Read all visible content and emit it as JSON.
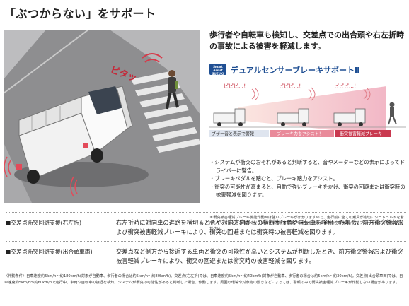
{
  "title": "「ぶつからない」をサポート",
  "illustration": {
    "sound": "ピタッ"
  },
  "headline": "歩行者や自転車も検知し、交差点での出合頭や右左折時の事故による被害を軽減します。",
  "system": {
    "logo_line1": "Smart Assist",
    "logo_line2": "SUZUKI",
    "name": "デュアルセンサーブレーキサポートⅡ"
  },
  "sensor_diagram": {
    "beep1": "ピピピ…！",
    "beep2": "ピピピ…！",
    "beep3": "ピピピ…！",
    "label_alarm": "ブザー音と表示で警報",
    "label_assist": "ブレーキ力をアシスト！",
    "label_brake": "衝突被害軽減ブレーキ"
  },
  "bullets": [
    "・システムが衝突のおそれがあると判断すると、音やメーターなどの表示によってドライバーに警告。",
    "・ブレーキペダルを踏むと、ブレーキ踏力をアシスト。",
    "・衝突の可能性が高まると、自動で強いブレーキをかけ、衝突の回避または衝突時の被害軽減を図ります。"
  ],
  "note": "＊衝突被害軽減ブレーキ機能作動時は強いブレーキがかかりますので、走行前に全ての乗員が適切にシートベルトを着用していることをご確認ください。＊衝突被害軽減ブレーキ機能による車両停車後は、必ずブレーキペダルを踏んでください。",
  "features": [
    {
      "label": "■交差点衝突回避支援(右左折)",
      "desc": "右左折時に対向車の進路を横切るときや対向方向からの横断歩行者や自転車を検出した場合、前方衝突警報および衝突被害軽減ブレーキにより、衝突の回避または衝突時の被害軽減を図ります。"
    },
    {
      "label": "■交差点衝突回避支援(出合頭車両)",
      "desc": "交差点など側方から接近する車両と衝突の可能性が高いとシステムが判断したとき、前方衝突警報および衝突被害軽減ブレーキにより、衝突の回避または衝突時の被害軽減を図ります。"
    }
  ],
  "footnote": "〈作動条件〉自車速度約5km/h〜約180km/h(対象が自動車、歩行者の場合は約5km/h〜約80km/h)。交差点(右左折)では、自車速度約5km/h〜約40km/h(対象が自動車、歩行者の場合は約5km/h〜約30km/h)。交差点(出合頭車両)では、自車速度約5km/h〜約60km/hで走行中、車両や自転車の接近を検知。システムが衝突の可能性があると判断した場合、作動します。周囲の環境や対象物の動きなどによっては、警報のみで衝突被害軽減ブレーキが作動しない場合があります。"
}
